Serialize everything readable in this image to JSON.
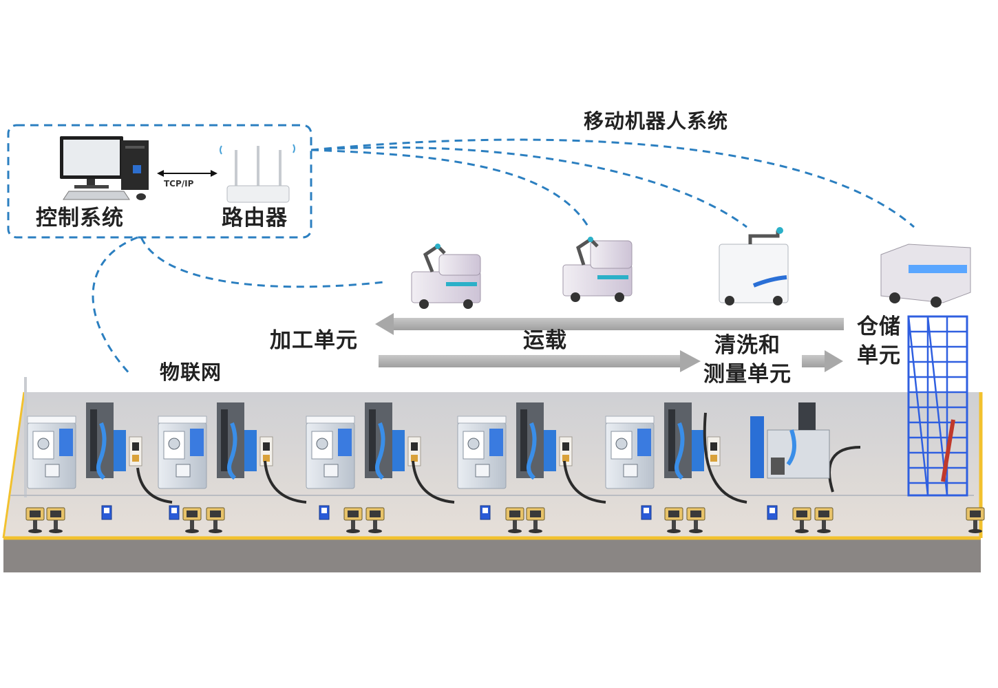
{
  "labels": {
    "control_system": "控制系统",
    "router": "路由器",
    "protocol": "TCP/IP",
    "mobile_robot_system": "移动机器人系统",
    "iot": "物联网",
    "processing_unit": "加工单元",
    "transport": "运载",
    "cleaning_unit_line1": "清洗和",
    "cleaning_unit_line2": "测量单元",
    "storage_unit_line1": "仓储",
    "storage_unit_line2": "单元"
  },
  "colors": {
    "link_dash": "#2b7fc0",
    "arrow_gray": "#b0b0b0",
    "floor_edge": "#f2c12e",
    "floor_top": "#dcd7d1",
    "floor_side": "#8a8684",
    "machine_body": "#d8dde4",
    "accent_blue": "#2a6fd6",
    "rack_blue": "#2f5fe0",
    "robot_arm": "#c0392b"
  },
  "icons": [
    "monitor-icon",
    "pc-tower-icon",
    "keyboard-icon",
    "mouse-icon",
    "router-icon",
    "mobile-robot-icon",
    "cnc-machine-icon",
    "storage-rack-icon"
  ]
}
